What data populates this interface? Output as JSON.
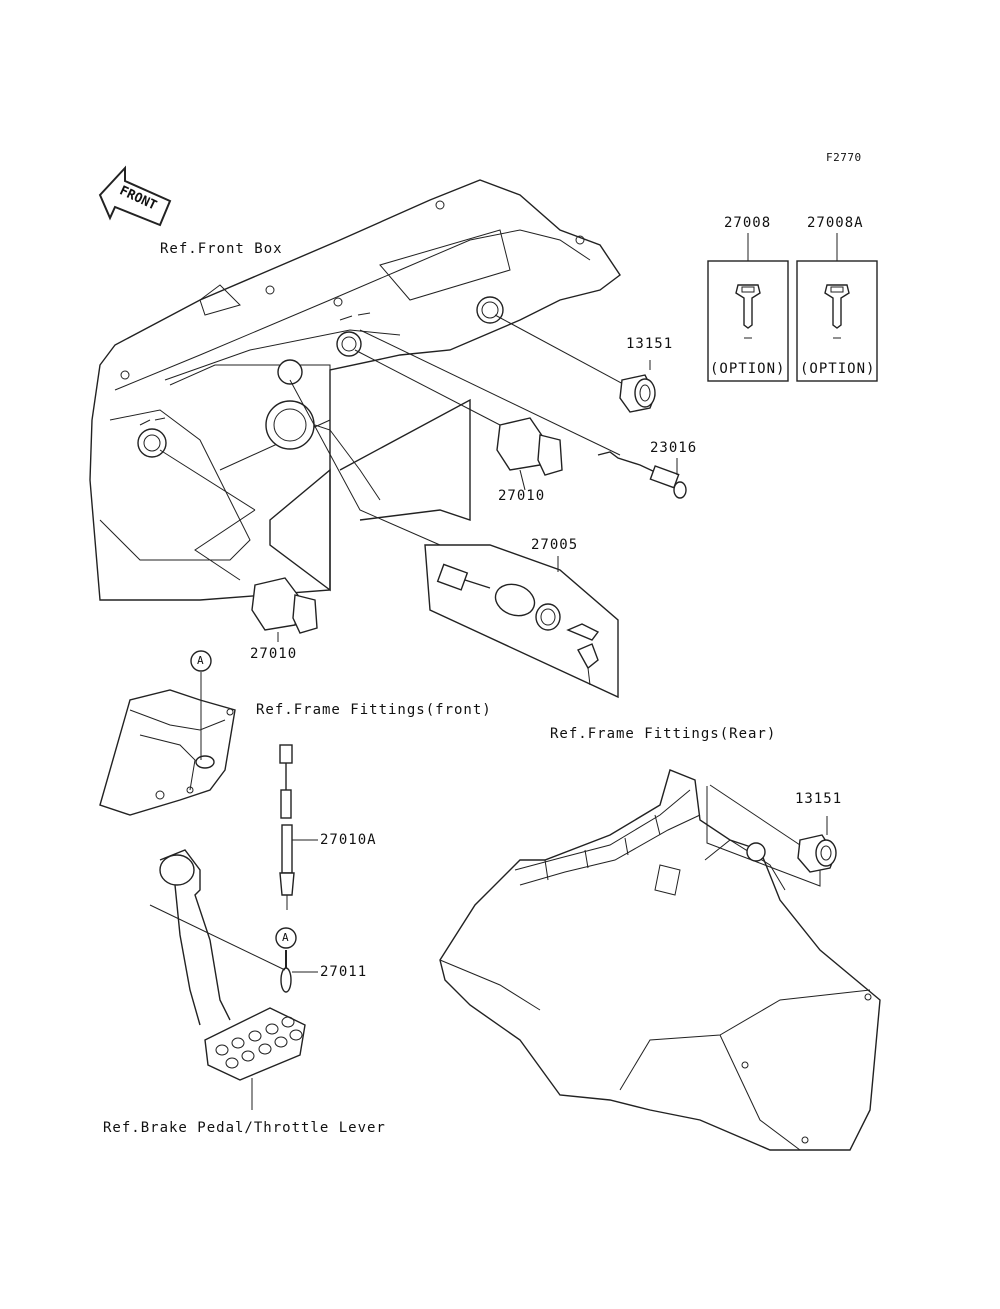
{
  "figure_code": "F2770",
  "front_arrow": "FRONT",
  "refs": {
    "front_box": "Ref.Front Box",
    "frame_front": "Ref.Frame Fittings(front)",
    "frame_rear": "Ref.Frame Fittings(Rear)",
    "brake_pedal": "Ref.Brake Pedal/Throttle Lever"
  },
  "parts": {
    "p27008": "27008",
    "p27008a": "27008A",
    "option1": "(OPTION)",
    "option2": "(OPTION)",
    "p13151_top": "13151",
    "p23016": "23016",
    "p27010_upper": "27010",
    "p27005": "27005",
    "p27010_lower": "27010",
    "p27010a": "27010A",
    "p27011": "27011",
    "p13151_rear": "13151",
    "callout_a1": "A",
    "callout_a2": "A"
  }
}
